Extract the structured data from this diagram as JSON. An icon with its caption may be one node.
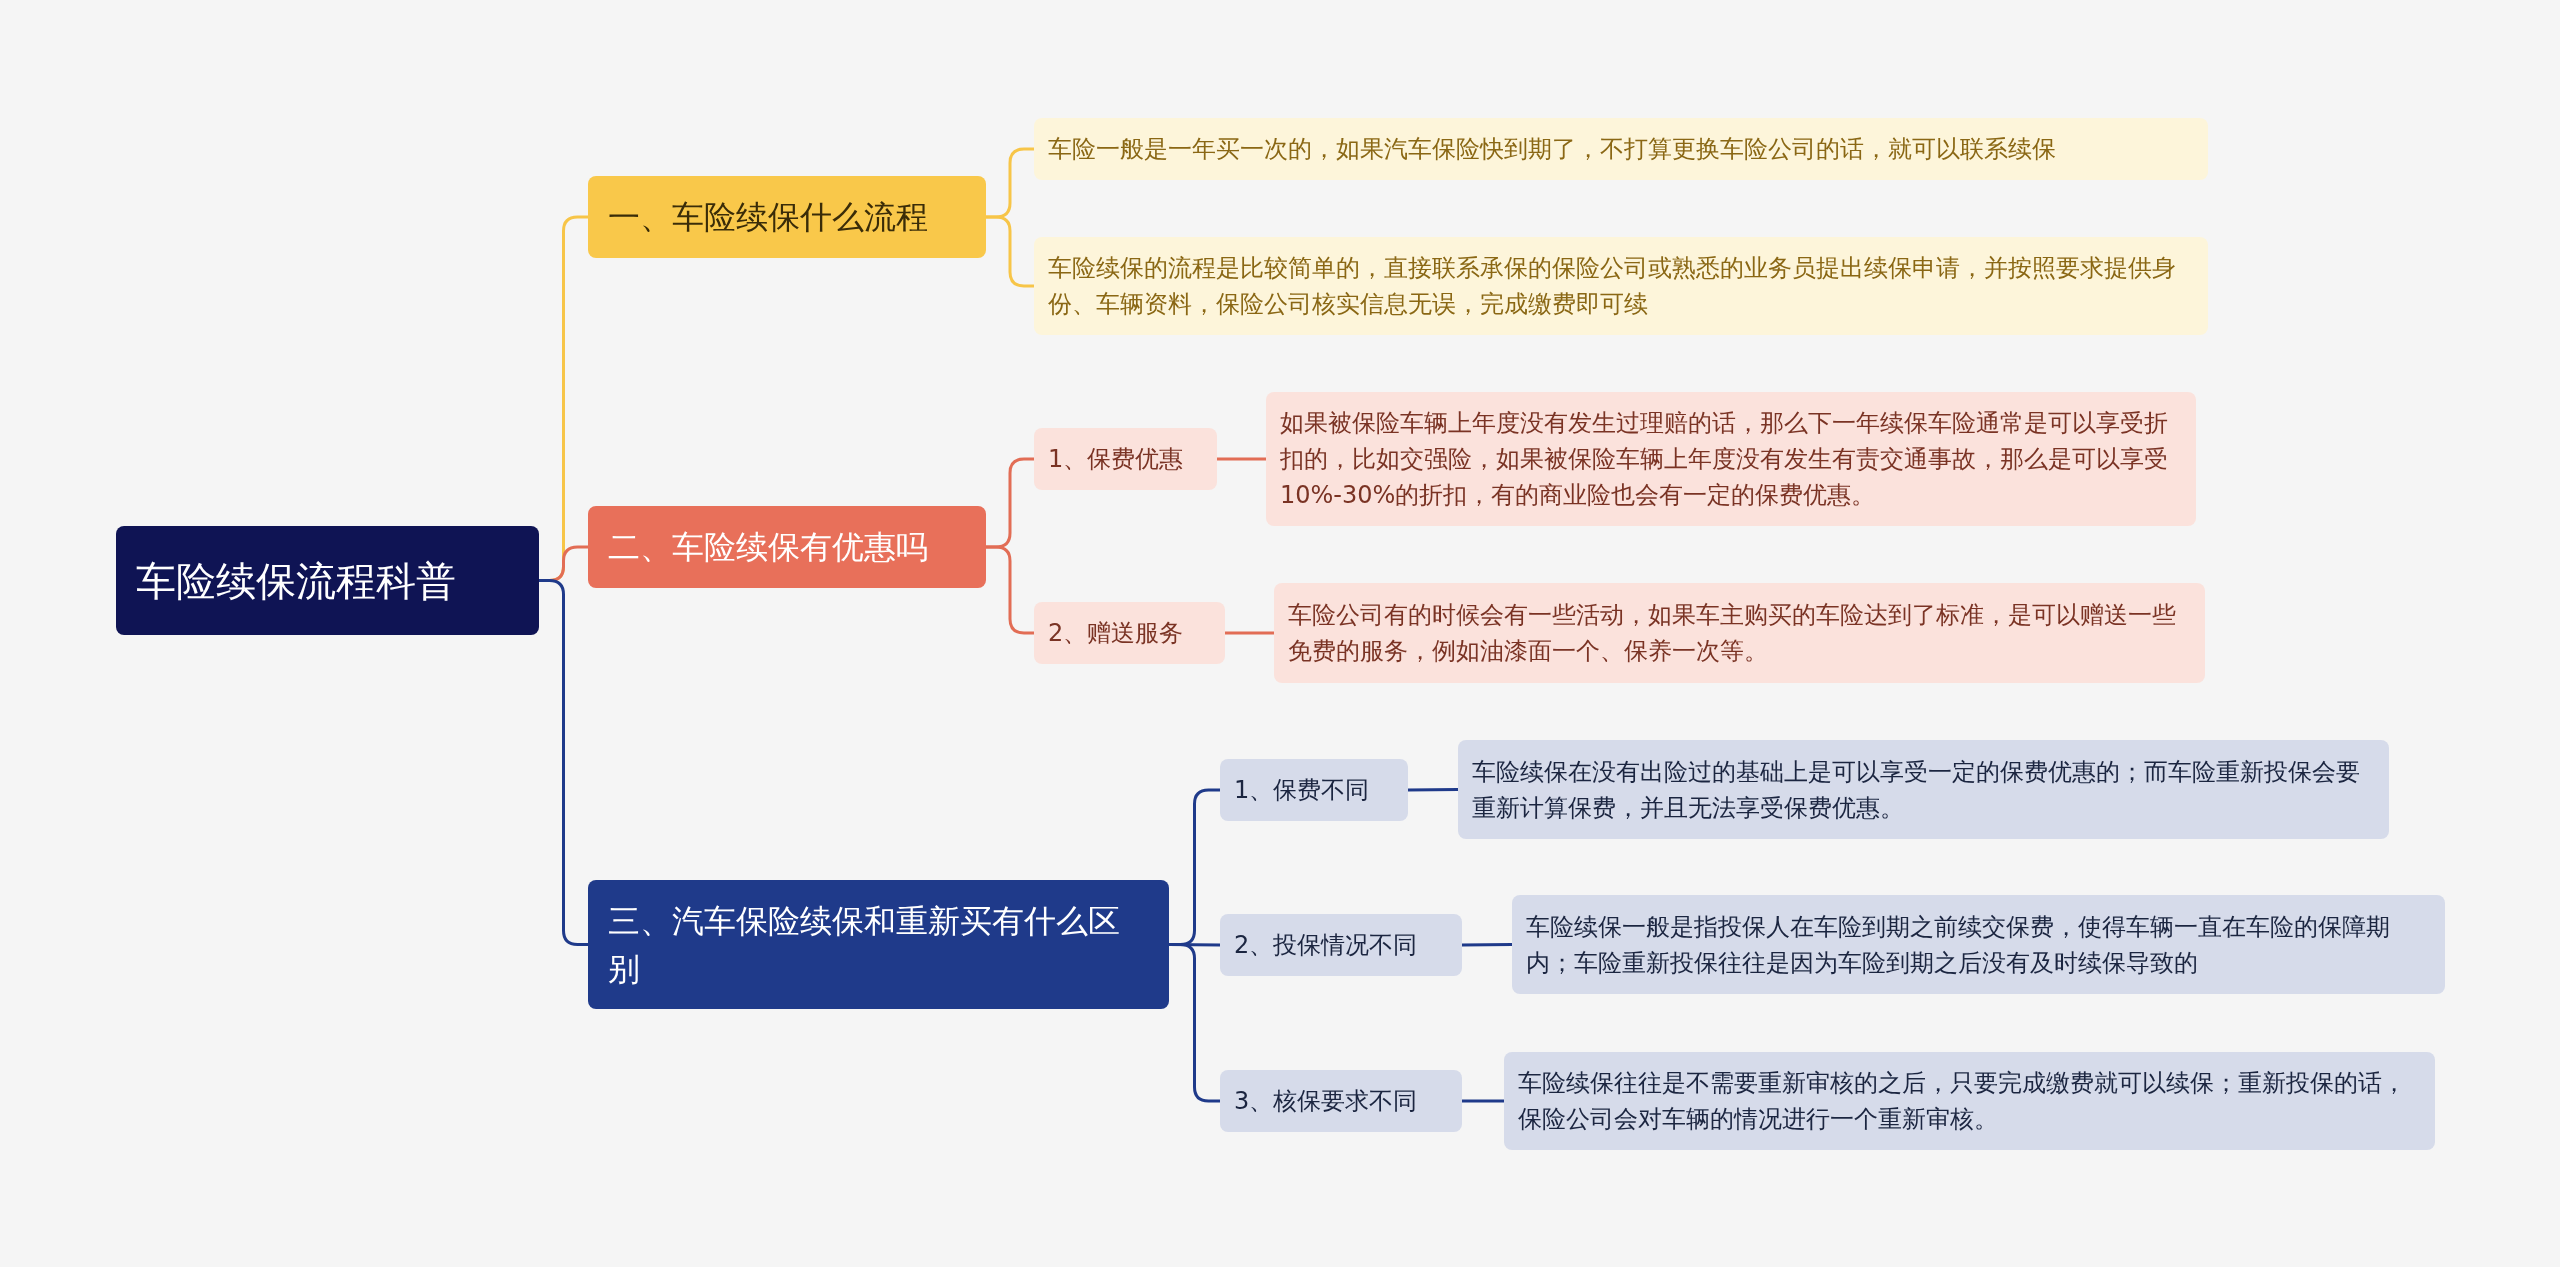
{
  "diagram": {
    "nodes": [
      {
        "text": [
          "车险续保流程科普"
        ]
      },
      {
        "text": [
          "一、车险续保什么流程"
        ]
      },
      {
        "text": [
          "车险一般是一年买一次的，如果汽车保险快到期了，不打算更换车险公司的话，就可以联系续保"
        ]
      },
      {
        "text": [
          "车险续保的流程是比较简单的，直接联系承保的保险公司或熟悉的业务员提出续保申请，并按照要求提供身份、车辆资料，保险公司核实信息无误，完成缴费即可续"
        ]
      },
      {
        "text": [
          "二、车险续保有优惠吗"
        ]
      },
      {
        "text": [
          "1、保费优惠"
        ]
      },
      {
        "text": [
          "如果被保险车辆上年度没有发生过理赔的话，那么下一年续保车险通常是可以享受折扣的，比如交强险，如果被保险车辆上年度没有发生有责交通事故，那么是可以享受10%-30%的折扣，有的商业险也会有一定的保费优惠。"
        ]
      },
      {
        "text": [
          "2、赠送服务"
        ]
      },
      {
        "text": [
          "车险公司有的时候会有一些活动，如果车主购买的车险达到了标准，是可以赠送一些免费的服务，例如油漆面一个、保养一次等。"
        ]
      },
      {
        "text": [
          "三、汽车保险续保和重新买有什么区别"
        ]
      },
      {
        "text": [
          "1、保费不同"
        ]
      },
      {
        "text": [
          "车险续保在没有出险过的基础上是可以享受一定的保费优惠的；而车险重新投保会要重新计算保费，并且无法享受保费优惠。"
        ]
      },
      {
        "text": [
          "2、投保情况不同"
        ]
      },
      {
        "text": [
          "车险续保一般是指投保人在车险到期之前续交保费，使得车辆一直在车险的保障期内；车险重新投保往往是因为车险到期之后没有及时续保导致的"
        ]
      },
      {
        "text": [
          "3、核保要求不同"
        ]
      },
      {
        "text": [
          "车险续保往往是不需要重新审核的之后，只要完成缴费就可以续保；重新投保的话，保险公司会对车辆的情况进行一个重新审核。"
        ]
      }
    ],
    "edges": [
      {
        "from": 0,
        "to": 1,
        "arrow": "none",
        "color": "#f7c548"
      },
      {
        "from": 1,
        "to": 2,
        "arrow": "none",
        "color": "#f7c548"
      },
      {
        "from": 1,
        "to": 3,
        "arrow": "none",
        "color": "#f7c548"
      },
      {
        "from": 0,
        "to": 4,
        "arrow": "none",
        "color": "#e26d55"
      },
      {
        "from": 4,
        "to": 5,
        "arrow": "none",
        "color": "#e26d55"
      },
      {
        "from": 5,
        "to": 6,
        "arrow": "none",
        "color": "#e26d55"
      },
      {
        "from": 4,
        "to": 7,
        "arrow": "none",
        "color": "#e26d55"
      },
      {
        "from": 7,
        "to": 8,
        "arrow": "none",
        "color": "#e26d55"
      },
      {
        "from": 0,
        "to": 9,
        "arrow": "none"
      },
      {
        "from": 9,
        "to": 10,
        "arrow": "none"
      },
      {
        "from": 10,
        "to": 11,
        "arrow": "none"
      },
      {
        "from": 9,
        "to": 12,
        "arrow": "none"
      },
      {
        "from": 12,
        "to": 13,
        "arrow": "none"
      },
      {
        "from": 9,
        "to": 14,
        "arrow": "none"
      },
      {
        "from": 14,
        "to": 15,
        "arrow": "none"
      }
    ]
  }
}
